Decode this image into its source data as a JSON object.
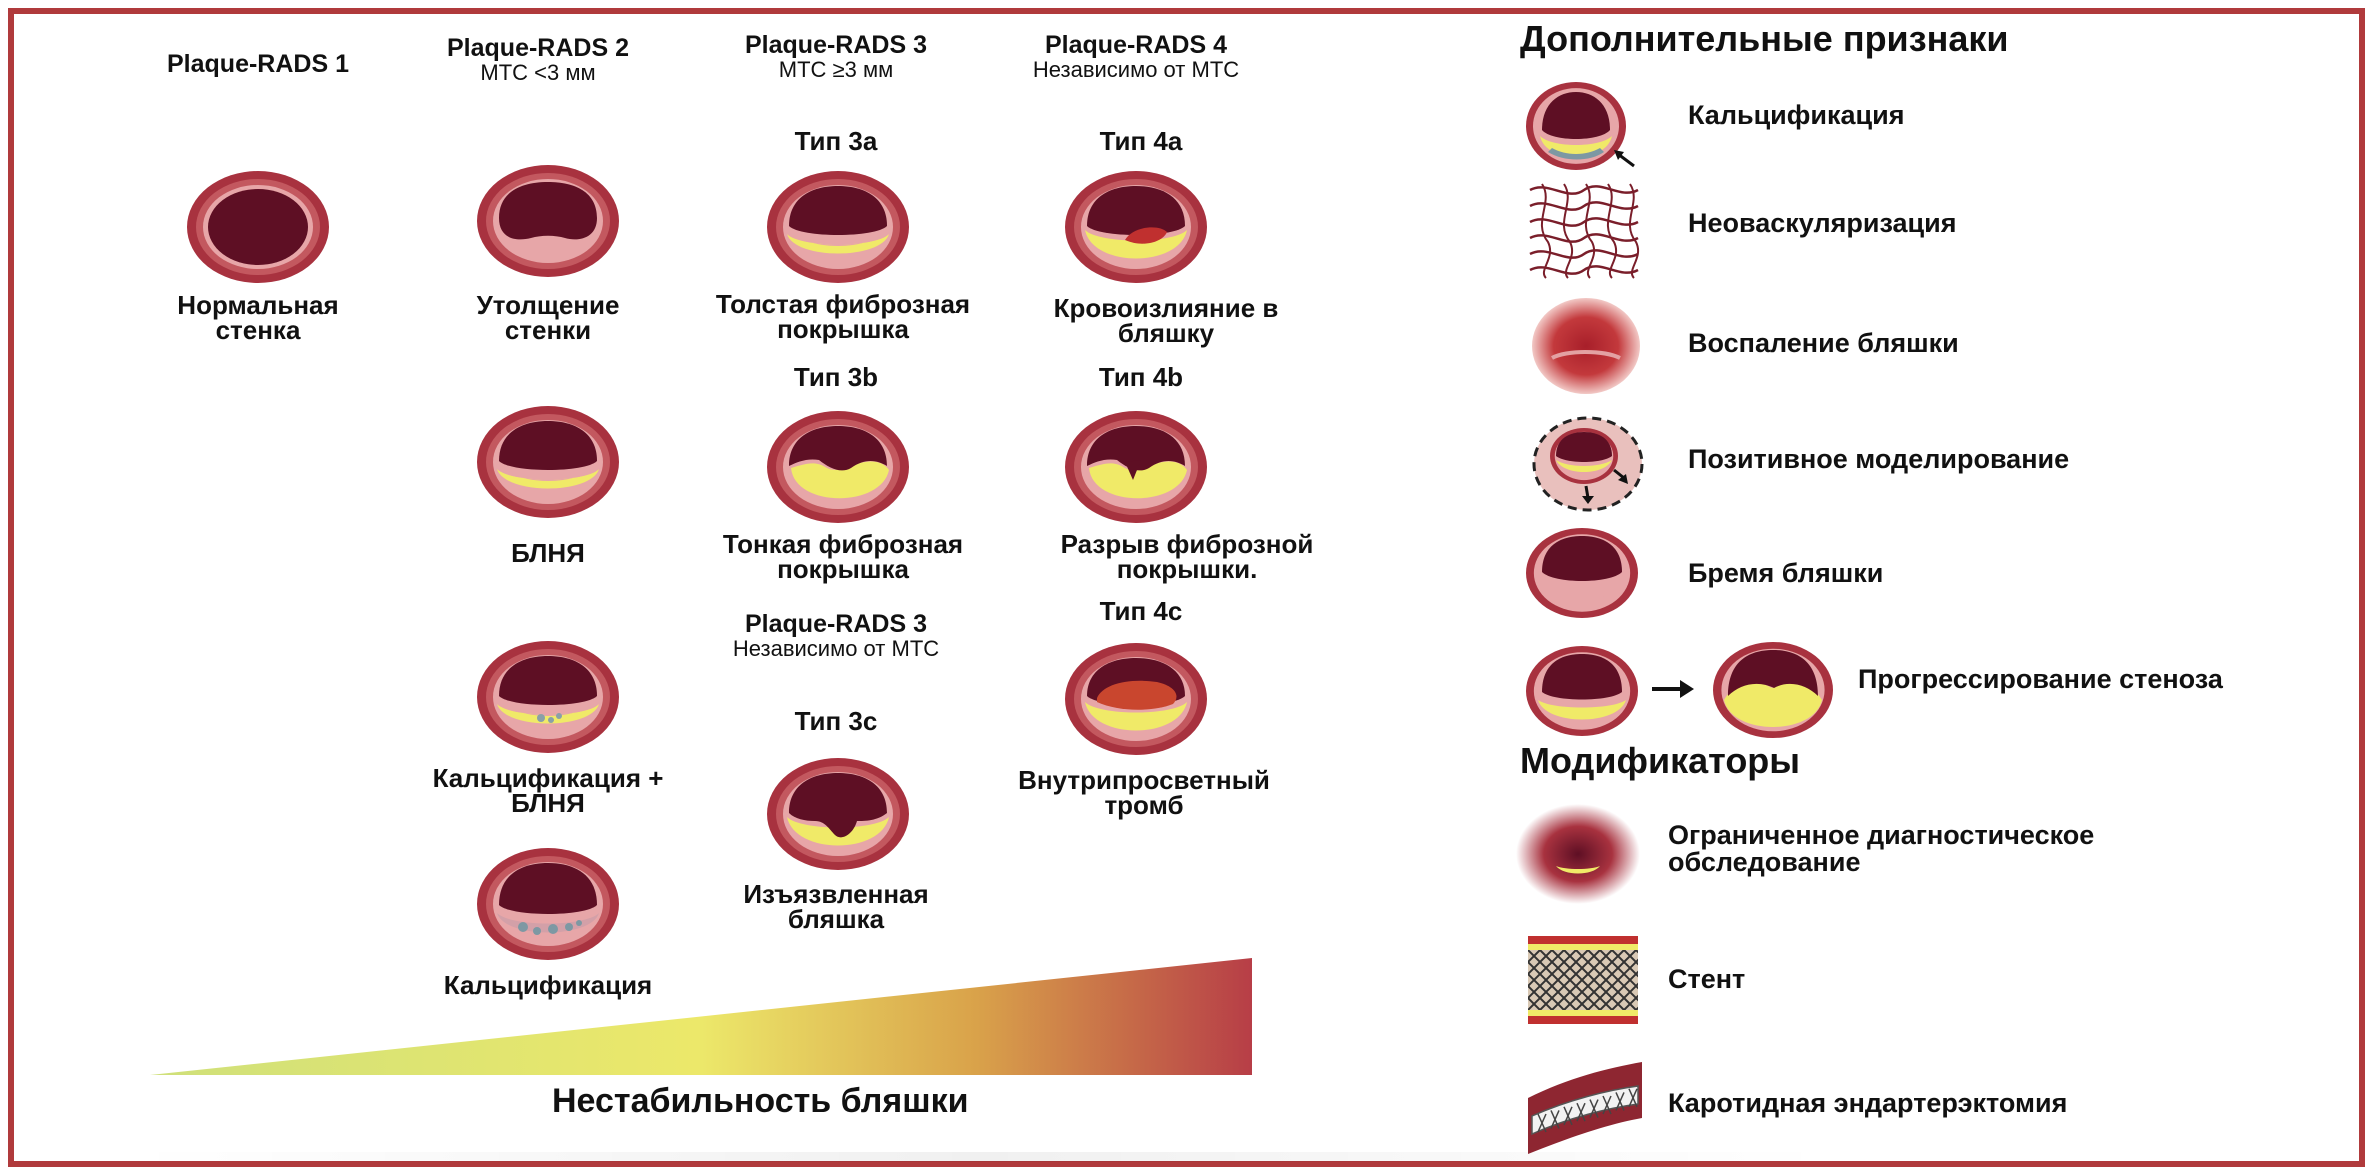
{
  "columns": [
    {
      "title": "Plaque-RADS 1",
      "sub": ""
    },
    {
      "title": "Plaque-RADS 2",
      "sub": "МТС <3 мм"
    },
    {
      "title": "Plaque-RADS 3",
      "sub": "МТС ≥3 мм"
    },
    {
      "title": "Plaque-RADS 4",
      "sub": "Независимо от МТС"
    }
  ],
  "col1": {
    "normal": "Нормальная\nстенка"
  },
  "col2": {
    "thickening": "Утолщение\nстенки",
    "lrnc": "БЛНЯ",
    "calc_lrnc": "Кальцификация +\nБЛНЯ",
    "calc": "Кальцификация"
  },
  "col3": {
    "type3a": "Тип 3a",
    "thick_cap": "Толстая фиброзная\nпокрышка",
    "type3b": "Тип 3b",
    "thin_cap": "Тонкая фиброзная\nпокрышка",
    "group_title": "Plaque-RADS 3",
    "group_sub": "Независимо от МТС",
    "type3c": "Тип 3c",
    "ulcer": "Изъязвленная\nбляшка"
  },
  "col4": {
    "type4a": "Тип 4a",
    "hemorrhage": "Кровоизлияние в\nбляшку",
    "type4b": "Тип 4b",
    "rupture": "Разрыв фиброзной\nпокрышки.",
    "type4c": "Тип 4c",
    "thrombus": "Внутрипросветный\nтромб"
  },
  "instability": "Нестабильность бляшки",
  "additional": {
    "title": "Дополнительные признаки",
    "items": [
      "Кальцификация",
      "Неоваскуляризация",
      "Воспаление бляшки",
      "Позитивное моделирование",
      "Бремя бляшки",
      "Прогрессирование стеноза"
    ]
  },
  "modifiers": {
    "title": "Модификаторы",
    "items": [
      "Ограниченное диагностическое\nобследование",
      "Стент",
      "Каротидная эндартерэктомия"
    ]
  },
  "colors": {
    "frame": "#b03a3c",
    "wall": "#a8323f",
    "lumen": "#5e0f24",
    "plaque": "#f0ea68",
    "gradient_start": "#d6e06a",
    "gradient_end": "#b8404a"
  }
}
